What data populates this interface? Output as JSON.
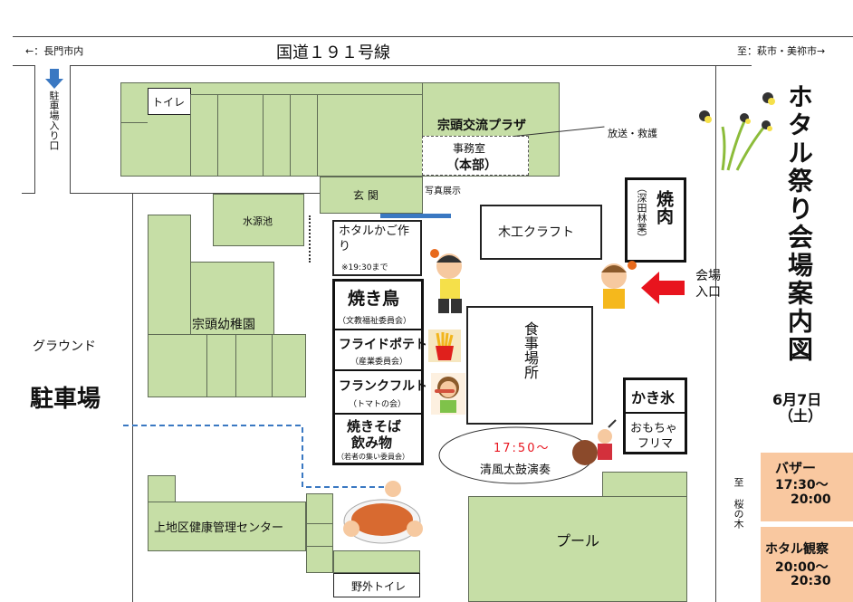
{
  "road": {
    "name": "国道１９１号線",
    "left_dir": "←：長門市内",
    "right_dir": "至：萩市・美祢市→"
  },
  "parking_entrance": "駐車場入り口",
  "buildings": {
    "toilet": "トイレ",
    "plaza": "宗頭交流プラザ",
    "office": "事務室",
    "honbu": "（本部）",
    "broadcast": "放送・救護",
    "genkan": "玄 関",
    "photo": "写真展示",
    "suigen": "水源池",
    "kindergarten": "宗頭幼稚園",
    "ground": "グラウンド",
    "parking": "駐車場",
    "health_center": "上地区健康管理センター",
    "outdoor_toilet": "野外トイレ",
    "pool": "プール",
    "dining": "食事場所",
    "woodcraft": "木工クラフト",
    "sakuranoki": "至 桜の木"
  },
  "stalls": {
    "firefly_cage": "ホタルかご作り",
    "firefly_cage_note": "※19:30まで",
    "yakitori": "焼き鳥",
    "yakitori_org": "（文教福祉委員会）",
    "fries": "フライドポテト",
    "fries_org": "（産業委員会）",
    "frank": "フランクフルト",
    "frank_org": "（トマトの会）",
    "yakisoba": "焼きそば",
    "drinks": "飲み物",
    "yakisoba_org": "（若者の集い委員会）",
    "yakiniku": "焼肉",
    "yakiniku_org": "（深田林業）",
    "kakigori": "かき氷",
    "toys": "おもちゃ",
    "flea": "フリマ"
  },
  "event": {
    "time": "17:50～",
    "name": "清風太鼓演奏"
  },
  "entrance": "会場入口",
  "sidebar": {
    "title": "ホタル祭り会場案内図",
    "date": "6月7日",
    "weekday": "（土）",
    "bazaar_label": "バザー",
    "bazaar_time1": "17:30～",
    "bazaar_time2": "20:00",
    "watch_label": "ホタル観察",
    "watch_time1": "20:00～",
    "watch_time2": "20:30"
  },
  "colors": {
    "building_green": "#c6dea6",
    "accent_red": "#e8141e",
    "arrow_blue": "#3a78c2",
    "sidebar_orange": "#f9c8a0"
  }
}
